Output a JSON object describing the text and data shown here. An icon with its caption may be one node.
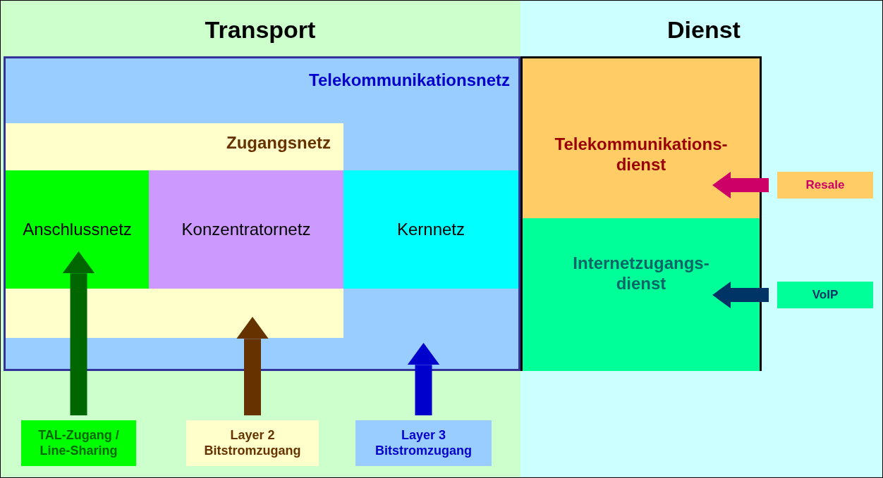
{
  "diagram": {
    "nodes": [
      {
        "text": [
          "Transport"
        ]
      },
      {
        "text": [
          "Dienst"
        ]
      },
      {
        "text": [
          "Telekommunikationsnetz"
        ],
        "in": 0
      },
      {
        "text": [
          "Zugangsnetz"
        ],
        "in": 2
      },
      {
        "text": [
          "Anschlussnetz"
        ],
        "in": 3
      },
      {
        "text": [
          "Konzentratornetz"
        ],
        "in": 3
      },
      {
        "text": [
          "Kernnetz"
        ],
        "in": 2
      },
      {
        "text": [],
        "shape": "box",
        "in": 1
      },
      {
        "text": [
          "Telekommunikations- dienst"
        ],
        "in": 7
      },
      {
        "text": [
          "Internetzugangs- dienst"
        ],
        "in": 7
      },
      {
        "text": [
          "Resale"
        ],
        "in": 1
      },
      {
        "text": [
          "VoIP"
        ],
        "in": 1
      },
      {
        "text": [
          "TAL-Zugang / Line-Sharing"
        ],
        "in": 0
      },
      {
        "text": [
          "Layer 2 Bitstromzugang"
        ],
        "in": 0
      },
      {
        "text": [
          "Layer 3 Bitstromzugang"
        ],
        "in": 0
      }
    ],
    "edges": [
      {
        "from": 12,
        "to": 4,
        "arrow": "to",
        "color": "#006600"
      },
      {
        "from": 13,
        "to": 3,
        "arrow": "to",
        "color": "#663300"
      },
      {
        "from": 14,
        "to": 2,
        "arrow": "to",
        "color": "#0000cc"
      },
      {
        "from": 10,
        "to": 8,
        "arrow": "to",
        "color": "#cc0066"
      },
      {
        "from": 11,
        "to": 9,
        "arrow": "to",
        "color": "#003366"
      }
    ]
  }
}
